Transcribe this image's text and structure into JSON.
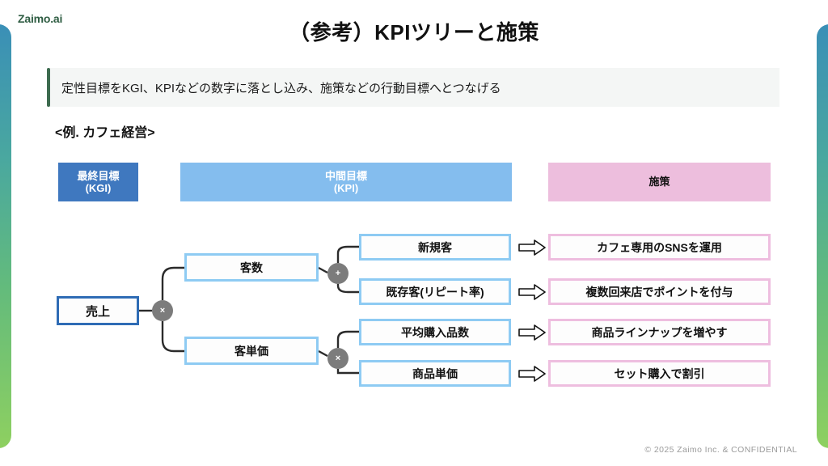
{
  "brand": {
    "logo_text": "Zaimo.ai",
    "logo_color": "#2f5d43"
  },
  "header": {
    "title": "（参考）KPIツリーと施策"
  },
  "banner": {
    "text": "定性目標をKGI、KPIなどの数字に落とし込み、施策などの行動目標へとつなげる",
    "accent_color": "#3d6b4f",
    "background_color": "#f4f6f5"
  },
  "example": {
    "label": "<例. カフェ経営>"
  },
  "column_headers": [
    {
      "line1": "最終目標",
      "line2": "(KGI)",
      "color": "#3f78bf",
      "text_color": "#ffffff"
    },
    {
      "line1": "中間目標",
      "line2": "(KPI)",
      "color": "#84bdee",
      "text_color": "#ffffff"
    },
    {
      "line1": "施策",
      "line2": "",
      "color": "#edbedd",
      "text_color": "#111111"
    }
  ],
  "tree": {
    "root": {
      "label": "売上",
      "border_color": "#2f6cb5"
    },
    "root_operator": "×",
    "branches": [
      {
        "label": "客数",
        "operator": "+",
        "children": [
          {
            "kpi": "新規客",
            "measure": "カフェ専用のSNSを運用"
          },
          {
            "kpi": "既存客(リピート率)",
            "measure": "複数回来店でポイントを付与"
          }
        ]
      },
      {
        "label": "客単価",
        "operator": "×",
        "children": [
          {
            "kpi": "平均購入品数",
            "measure": "商品ラインナップを増やす"
          },
          {
            "kpi": "商品単価",
            "measure": "セット購入で割引"
          }
        ]
      }
    ],
    "kpi_border_color": "#8ecbf3",
    "measure_border_color": "#eebedf",
    "operator_circle_color": "#7c7c7c"
  },
  "footer": {
    "text": "©  2025 Zaimo Inc.  &  CONFIDENTIAL"
  },
  "decor": {
    "gradient_top": "#3a8fb7",
    "gradient_bottom": "#8ed060"
  }
}
